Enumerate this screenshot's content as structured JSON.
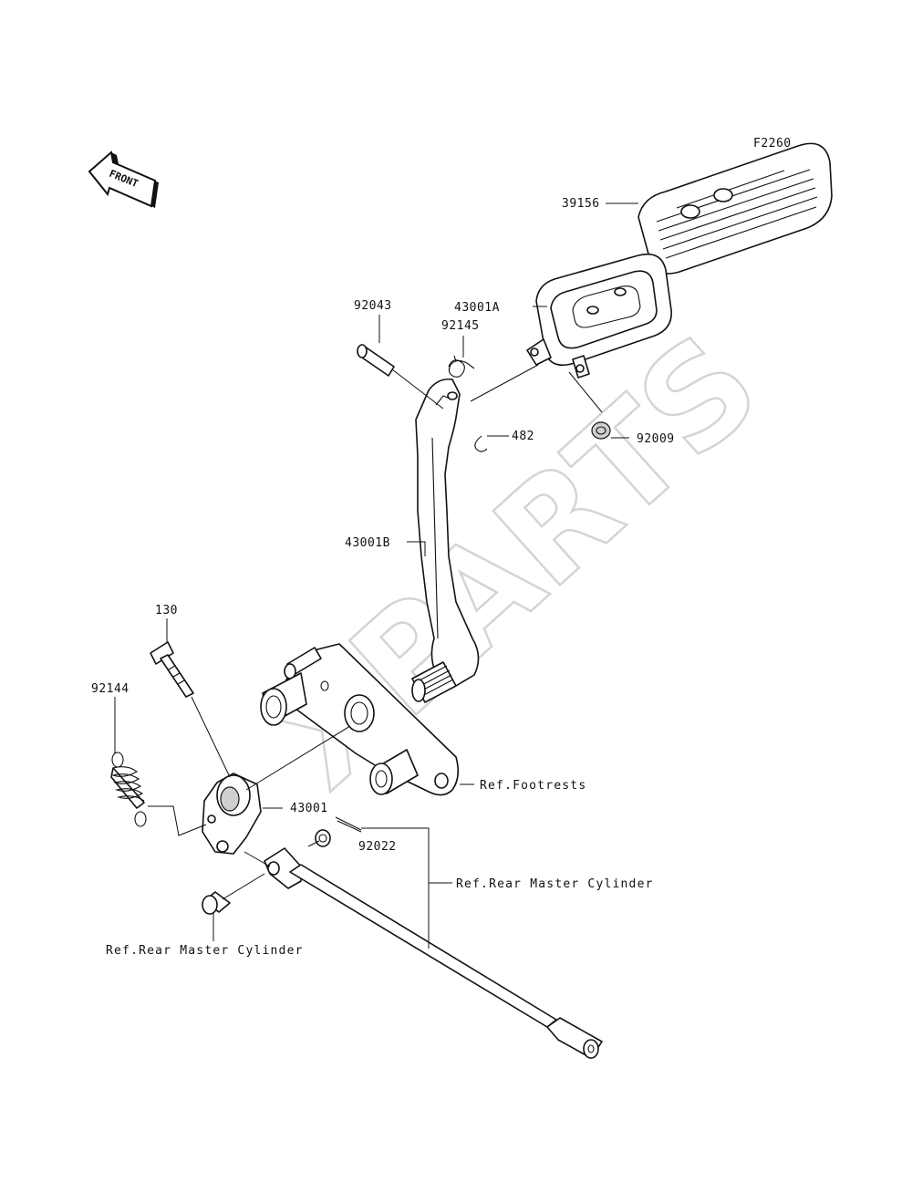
{
  "figure_code": "F2260",
  "front_arrow": {
    "text": "FRONT",
    "icon": "front-arrow-icon"
  },
  "watermark": "XPARTS",
  "labels": {
    "p39156": "39156",
    "p92043": "92043",
    "p43001A": "43001A",
    "p92145": "92145",
    "p482": "482",
    "p92009": "92009",
    "p43001B": "43001B",
    "p130": "130",
    "p92144": "92144",
    "p43001": "43001",
    "p92022": "92022",
    "ref_footrests": "Ref.Footrests",
    "ref_rear_master_cylinder_right": "Ref.Rear Master Cylinder",
    "ref_rear_master_cylinder_bottom": "Ref.Rear Master Cylinder"
  }
}
